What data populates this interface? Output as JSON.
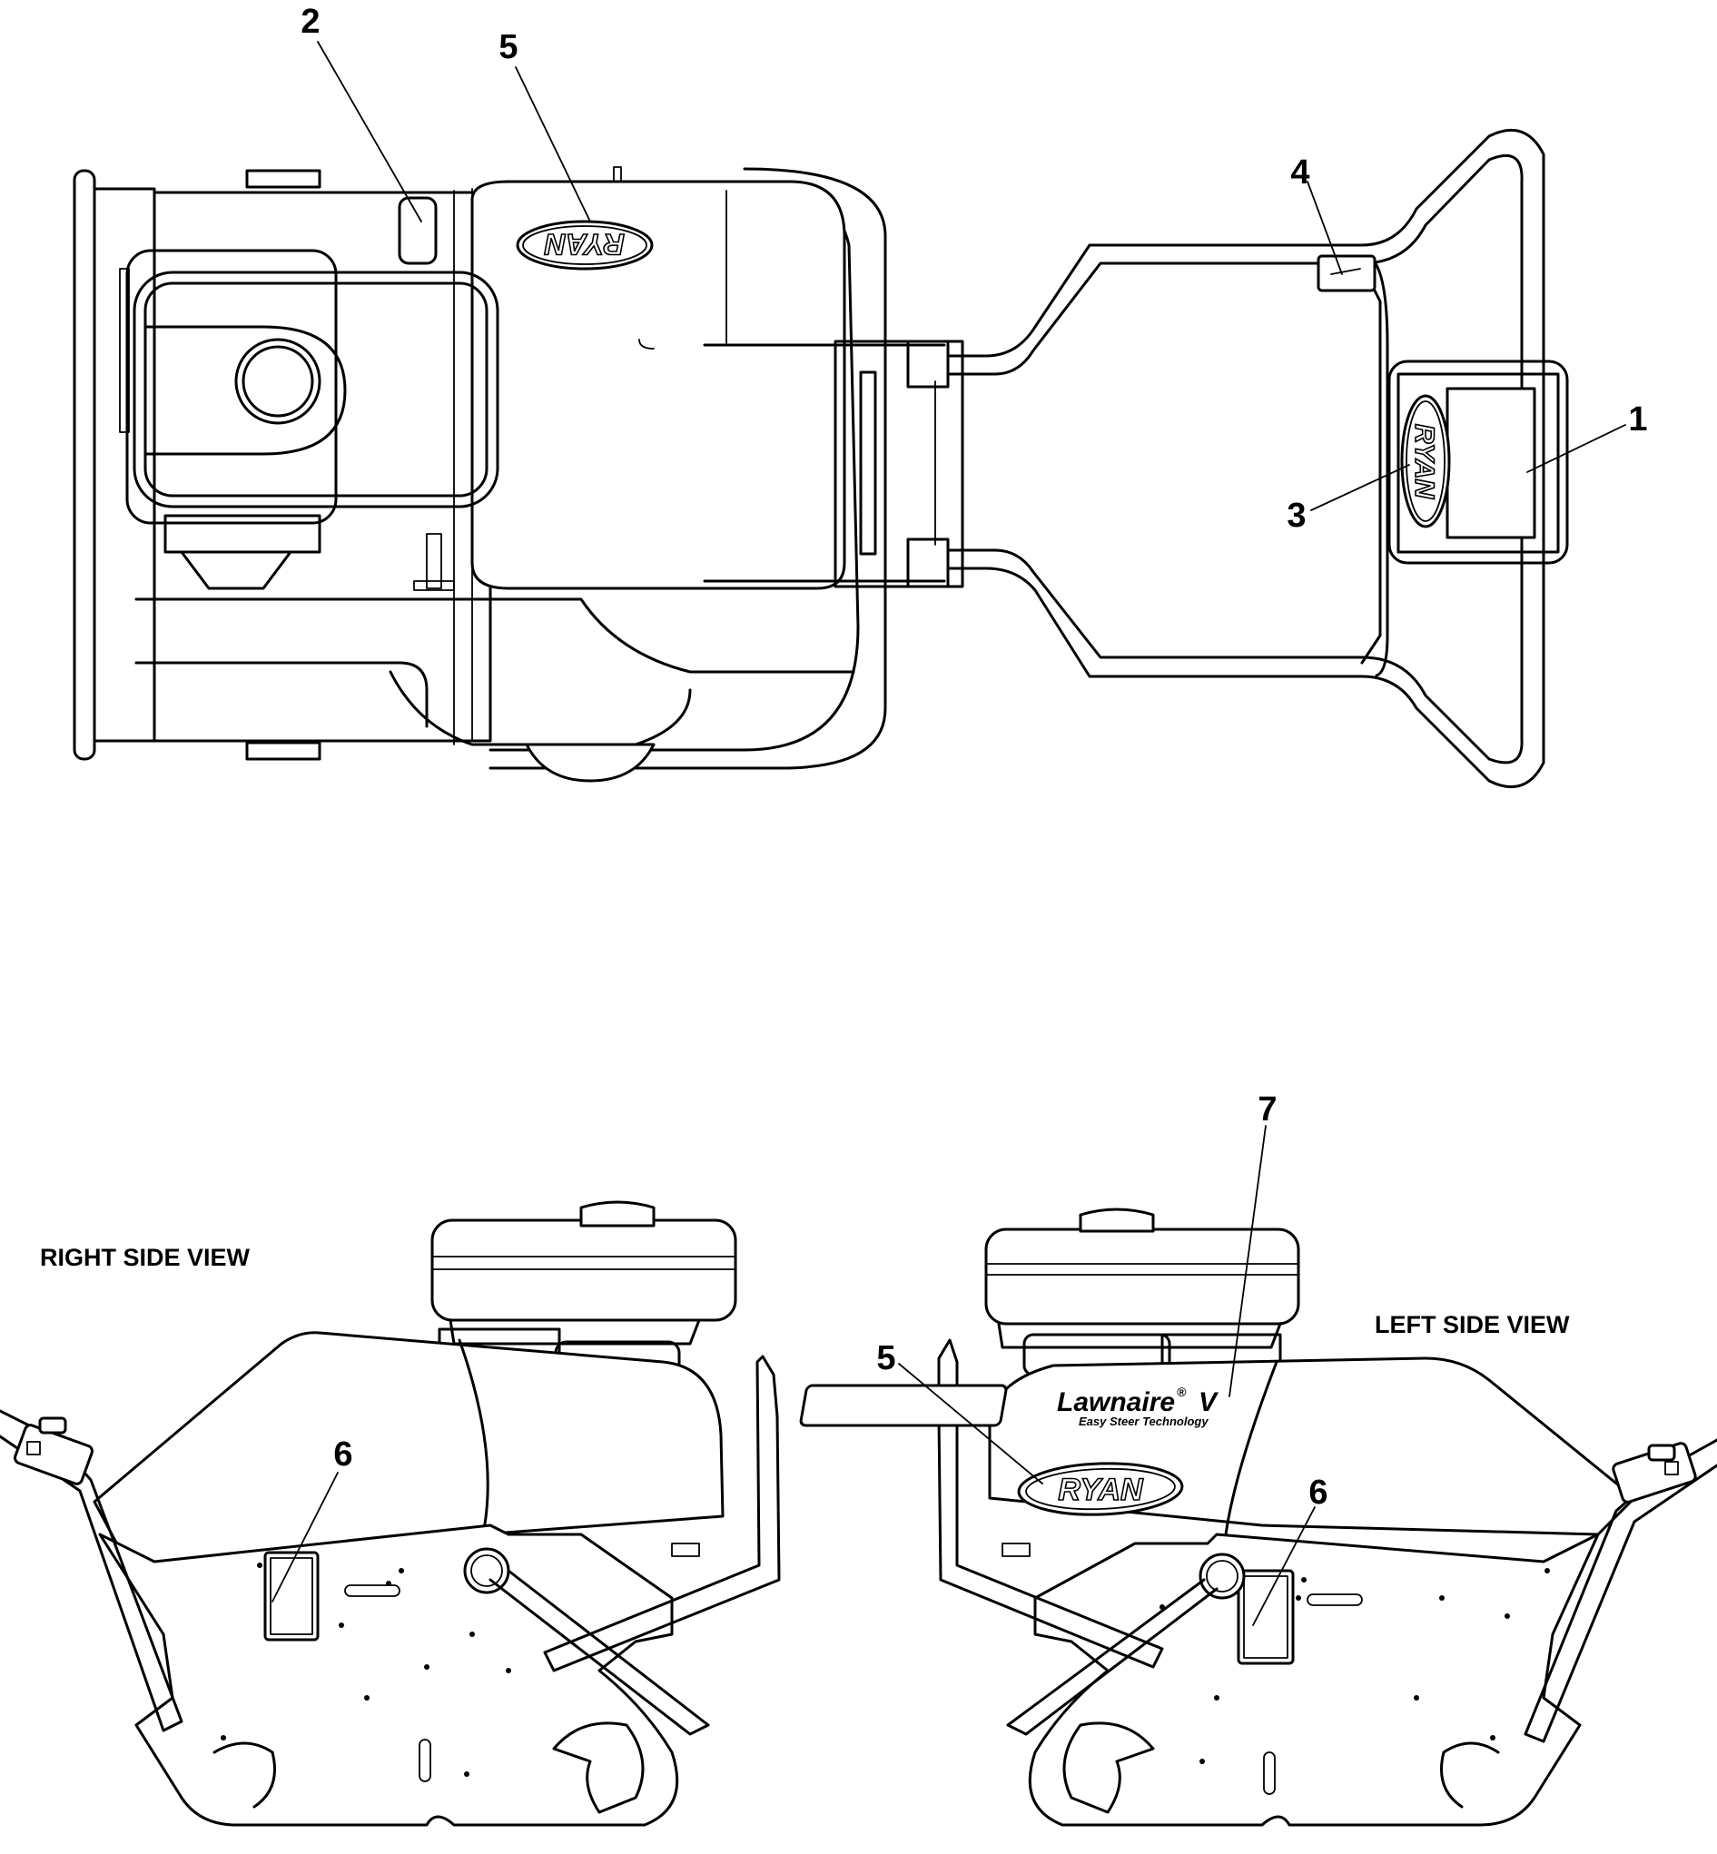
{
  "callouts": {
    "top": {
      "c1": "1",
      "c2": "2",
      "c3": "3",
      "c4": "4",
      "c5": "5"
    },
    "right": {
      "c6": "6"
    },
    "left": {
      "c5": "5",
      "c6": "6",
      "c7": "7"
    }
  },
  "views": {
    "right_label": "RIGHT SIDE VIEW",
    "left_label": "LEFT SIDE VIEW"
  },
  "decals": {
    "brand_logo": "RYAN",
    "model_name": "Lawnaire",
    "model_suffix": "V",
    "model_tagline": "Easy Steer Technology",
    "registered_mark": "®"
  },
  "style": {
    "line_color": "#000000",
    "background": "#ffffff"
  }
}
